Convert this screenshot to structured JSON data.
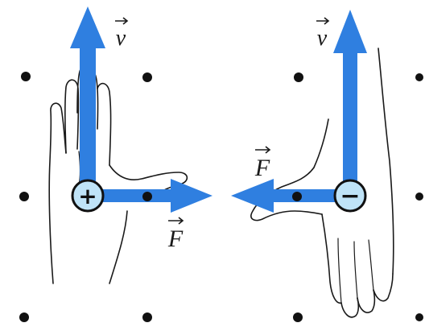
{
  "labels": {
    "v_left": "v",
    "F_left": "F",
    "v_right": "v",
    "F_right": "F"
  },
  "charges": {
    "left": "+",
    "right": "−"
  },
  "colors": {
    "arrow": "#2f7fe0",
    "charge_fill": "#bfe3f7",
    "outline": "#111111",
    "dot": "#111111"
  },
  "icons": {
    "field_dot": "magnetic-field-out-of-page-dot",
    "hand_left": "left-hand-outline",
    "hand_right": "left-hand-outline-rotated"
  }
}
